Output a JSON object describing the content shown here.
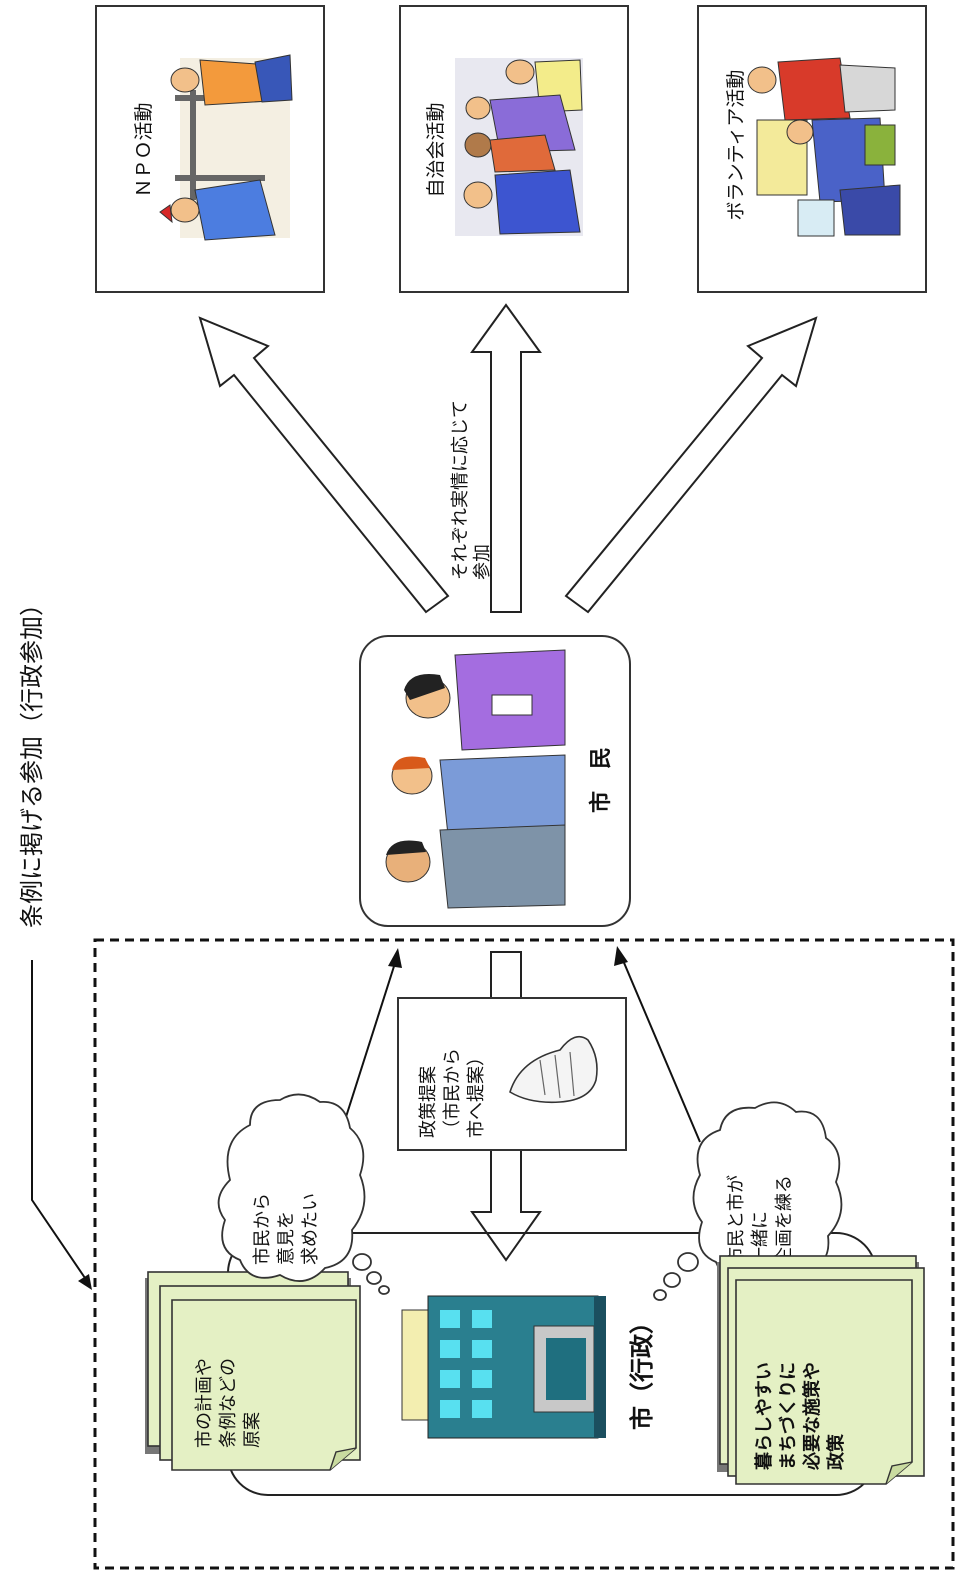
{
  "header": {
    "title": "条例に掲げる参加（行政参加）"
  },
  "activities": [
    {
      "label": "ＮＰＯ活動"
    },
    {
      "label": "自治会活動"
    },
    {
      "label": "ボランティア活動"
    }
  ],
  "participation_note": {
    "line1": "それぞれ実情に応じて",
    "line2": "参加"
  },
  "citizens": {
    "label": "市　民"
  },
  "policy_proposal": {
    "line1": "政策提案",
    "line2": "（市民から",
    "line3": "市へ提案）"
  },
  "thought_left": {
    "line1": "市民から",
    "line2": "意見を",
    "line3": "求めたい"
  },
  "thought_right": {
    "line1": "市民と市が",
    "line2": "一緒に",
    "line3": "企画を練る"
  },
  "city": {
    "label": "市（行政）"
  },
  "doc_left": {
    "line1": "市の計画や",
    "line2": "条例などの",
    "line3": "原案"
  },
  "doc_right": {
    "line1": "暮らしやすい",
    "line2": "まちづくりに",
    "line3": "必要な施策や",
    "line4": "政策"
  }
}
